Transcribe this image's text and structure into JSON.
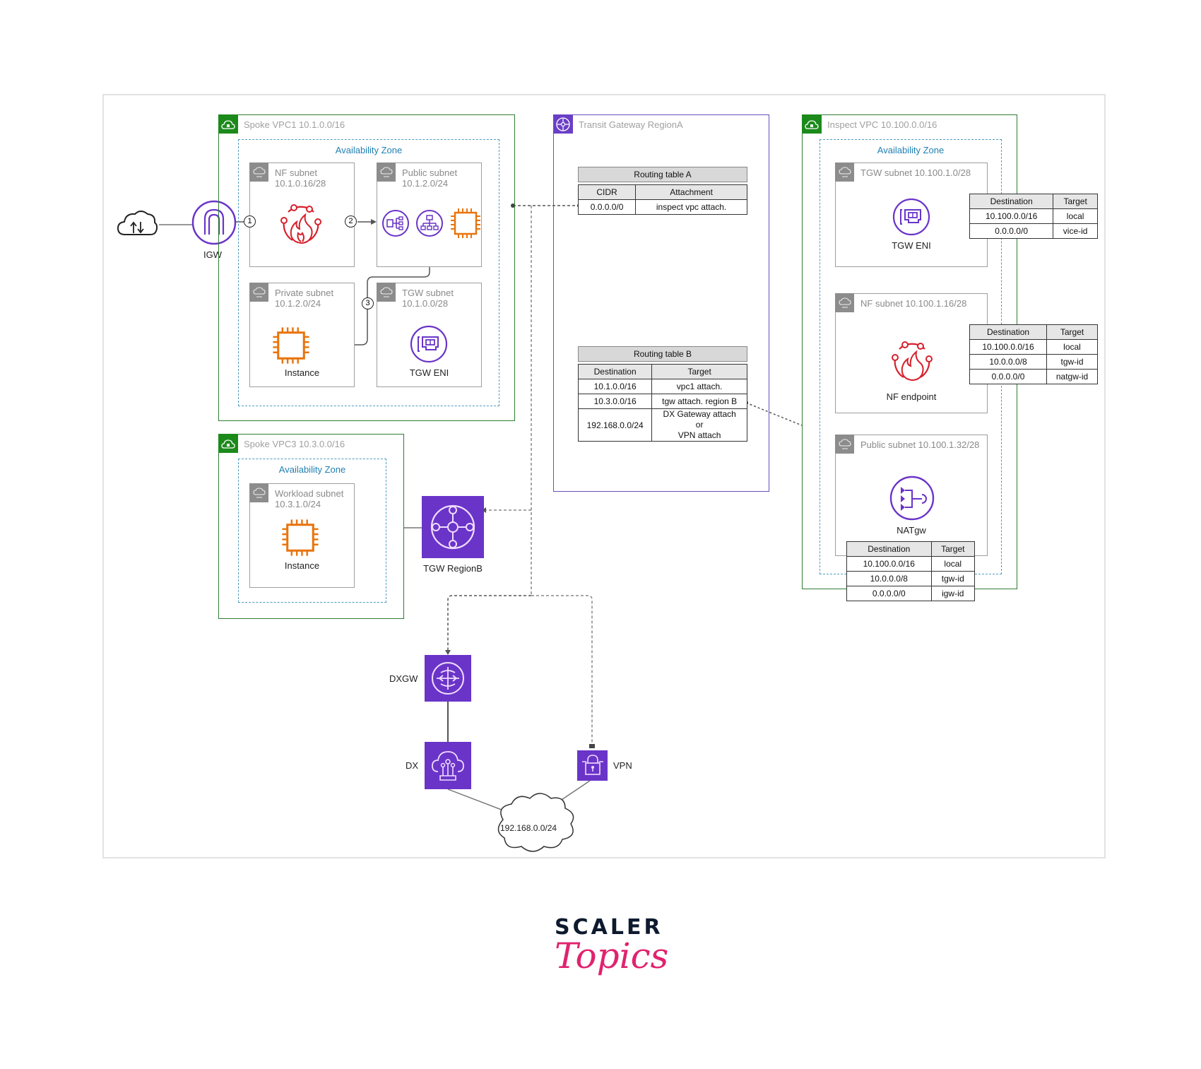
{
  "spoke_vpc1": {
    "title": "Spoke VPC1 10.1.0.0/16",
    "az_title": "Availability Zone",
    "nf_subnet": "NF subnet\n10.1.0.16/28",
    "public_subnet": "Public subnet\n10.1.2.0/24",
    "private_subnet": "Private subnet\n10.1.2.0/24",
    "tgw_subnet": "TGW subnet\n10.1.0.0/28",
    "instance_label": "Instance",
    "tgw_eni_label": "TGW ENI",
    "steps": [
      "1",
      "2",
      "3"
    ]
  },
  "igw_label": "IGW",
  "transit_gateway": {
    "title": "Transit Gateway RegionA",
    "routing_table_a": {
      "title": "Routing table A",
      "headers": [
        "CIDR",
        "Attachment"
      ],
      "rows": [
        [
          "0.0.0.0/0",
          "inspect vpc attach."
        ]
      ]
    },
    "routing_table_b": {
      "title": "Routing table B",
      "headers": [
        "Destination",
        "Target"
      ],
      "rows": [
        [
          "10.1.0.0/16",
          "vpc1 attach."
        ],
        [
          "10.3.0.0/16",
          "tgw attach. region B"
        ],
        [
          "192.168.0.0/24",
          "DX Gateway attach\nor\nVPN attach"
        ]
      ]
    }
  },
  "inspect_vpc": {
    "title": "Inspect VPC 10.100.0.0/16",
    "az_title": "Availability Zone",
    "tgw_subnet": "TGW subnet 10.100.1.0/28",
    "tgw_eni_label": "TGW ENI",
    "nf_subnet": "NF subnet   10.100.1.16/28",
    "nf_endpoint_label": "NF endpoint",
    "public_subnet": "Public subnet 10.100.1.32/28",
    "natgw_label": "NATgw",
    "tgw_rt": {
      "headers": [
        "Destination",
        "Target"
      ],
      "rows": [
        [
          "10.100.0.0/16",
          "local"
        ],
        [
          "0.0.0.0/0",
          "vice-id"
        ]
      ]
    },
    "nf_rt": {
      "headers": [
        "Destination",
        "Target"
      ],
      "rows": [
        [
          "10.100.0.0/16",
          "local"
        ],
        [
          "10.0.0.0/8",
          "tgw-id"
        ],
        [
          "0.0.0.0/0",
          "natgw-id"
        ]
      ]
    },
    "public_rt": {
      "headers": [
        "Destination",
        "Target"
      ],
      "rows": [
        [
          "10.100.0.0/16",
          "local"
        ],
        [
          "10.0.0.0/8",
          "tgw-id"
        ],
        [
          "0.0.0.0/0",
          "igw-id"
        ]
      ]
    }
  },
  "spoke_vpc3": {
    "title": "Spoke VPC3 10.3.0.0/16",
    "az_title": "Availability Zone",
    "workload_subnet": "Workload subnet\n10.3.1.0/24",
    "instance_label": "Instance"
  },
  "tgw_regionb_label": "TGW RegionB",
  "dxgw_label": "DXGW",
  "dx_label": "DX",
  "vpn_label": "VPN",
  "onprem_cidr": "192.168.0.0/24",
  "logo": {
    "line1": "SCALER",
    "line2": "Topics"
  },
  "colors": {
    "vpc": "#1b8a1b",
    "tgw": "#6a34c8",
    "firewall": "#d6202b",
    "ec2": "#e8740c",
    "az": "#1f7fb3"
  }
}
